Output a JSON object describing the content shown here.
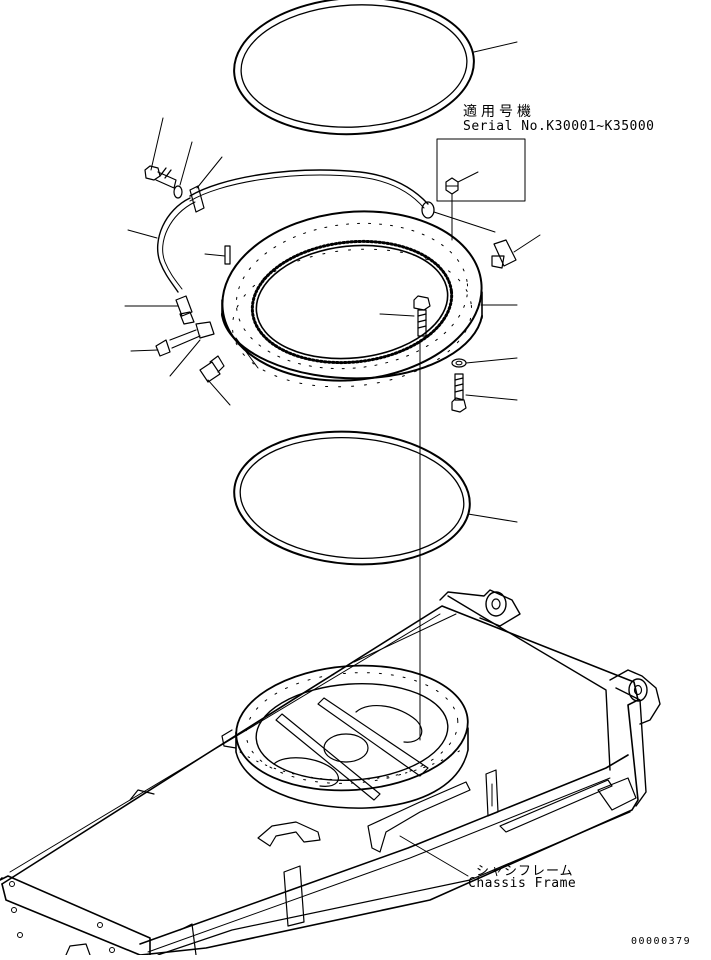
{
  "labels": {
    "serial_jp": "適用号機",
    "serial_en": "Serial No.K30001~K35000",
    "chassis_jp": "シャシフレーム",
    "chassis_en": "Chassis Frame",
    "drawing_number": "00000379"
  },
  "colors": {
    "line": "#000000",
    "background": "#ffffff"
  }
}
